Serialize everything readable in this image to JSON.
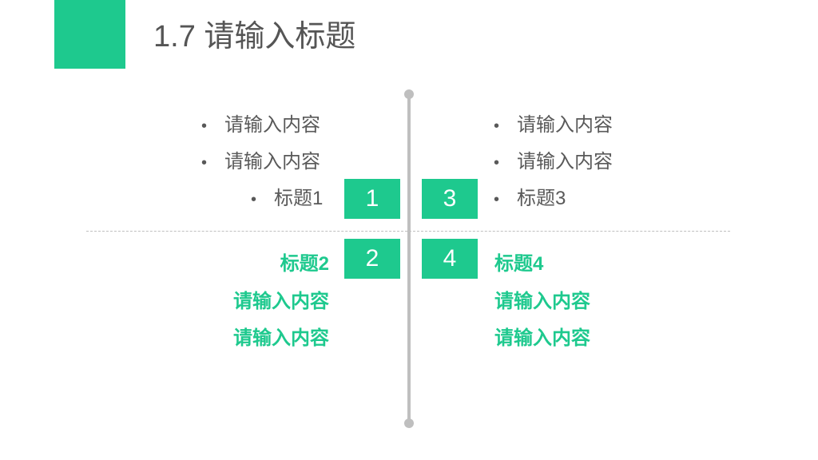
{
  "title": "1.7 请输入标题",
  "bullet_symbol": "•",
  "boxes": [
    "1",
    "2",
    "3",
    "4"
  ],
  "top_left": {
    "items": [
      "请输入内容",
      "请输入内容"
    ],
    "heading": "标题1"
  },
  "top_right": {
    "items": [
      "请输入内容",
      "请输入内容"
    ],
    "heading": "标题3"
  },
  "bottom_left": {
    "heading": "标题2",
    "items": [
      "请输入内容",
      "请输入内容"
    ]
  },
  "bottom_right": {
    "heading": "标题4",
    "items": [
      "请输入内容",
      "请输入内容"
    ]
  },
  "colors": {
    "accent": "#1ec98e",
    "text": "#595959",
    "title": "#555555",
    "line": "#bfbfbf"
  }
}
